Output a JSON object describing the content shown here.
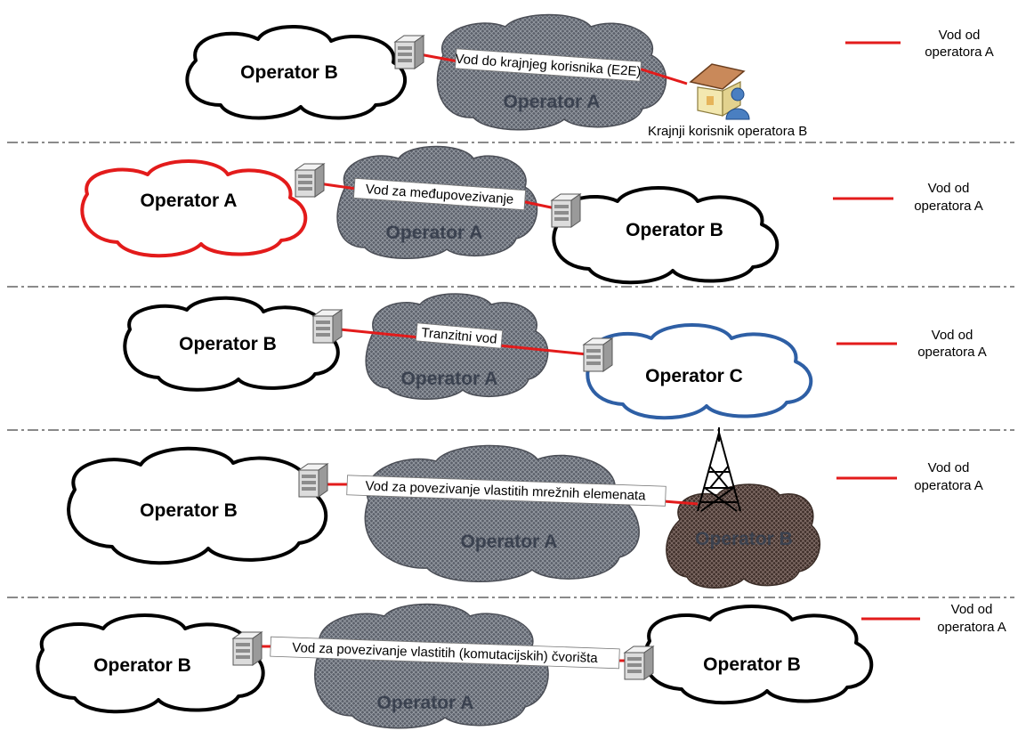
{
  "legend": {
    "line_color": "#e31b1b",
    "line1": "Vod od",
    "line2": "operatora A"
  },
  "colors": {
    "link": "#e31b1b",
    "operator_a_outline": "#e31b1b",
    "operator_c_outline": "#2e5fa5",
    "divider": "#8a8a8a"
  },
  "scenarios": [
    {
      "left_cloud": "Operator B",
      "middle_cloud": "Operator A",
      "link_label": "Vod do krajnjeg korisnika (E2E)",
      "end_user_caption": "Krajnji korisnik operatora B",
      "end_icons": [
        "house-icon",
        "user-icon"
      ]
    },
    {
      "left_cloud": "Operator A",
      "middle_cloud": "Operator A",
      "right_cloud": "Operator B",
      "link_label": "Vod za međupovezivanje"
    },
    {
      "left_cloud": "Operator B",
      "middle_cloud": "Operator A",
      "right_cloud": "Operator C",
      "link_label": "Tranzitni vod"
    },
    {
      "left_cloud": "Operator B",
      "middle_cloud": "Operator A",
      "right_cloud": "Operator B",
      "link_label": "Vod za povezivanje vlastitih mrežnih elemenata",
      "end_icons": [
        "antenna-tower-icon"
      ]
    },
    {
      "left_cloud": "Operator B",
      "middle_cloud": "Operator A",
      "right_cloud": "Operator B",
      "link_label": "Vod za povezivanje vlastitih (komutacijskih) čvorišta"
    }
  ]
}
